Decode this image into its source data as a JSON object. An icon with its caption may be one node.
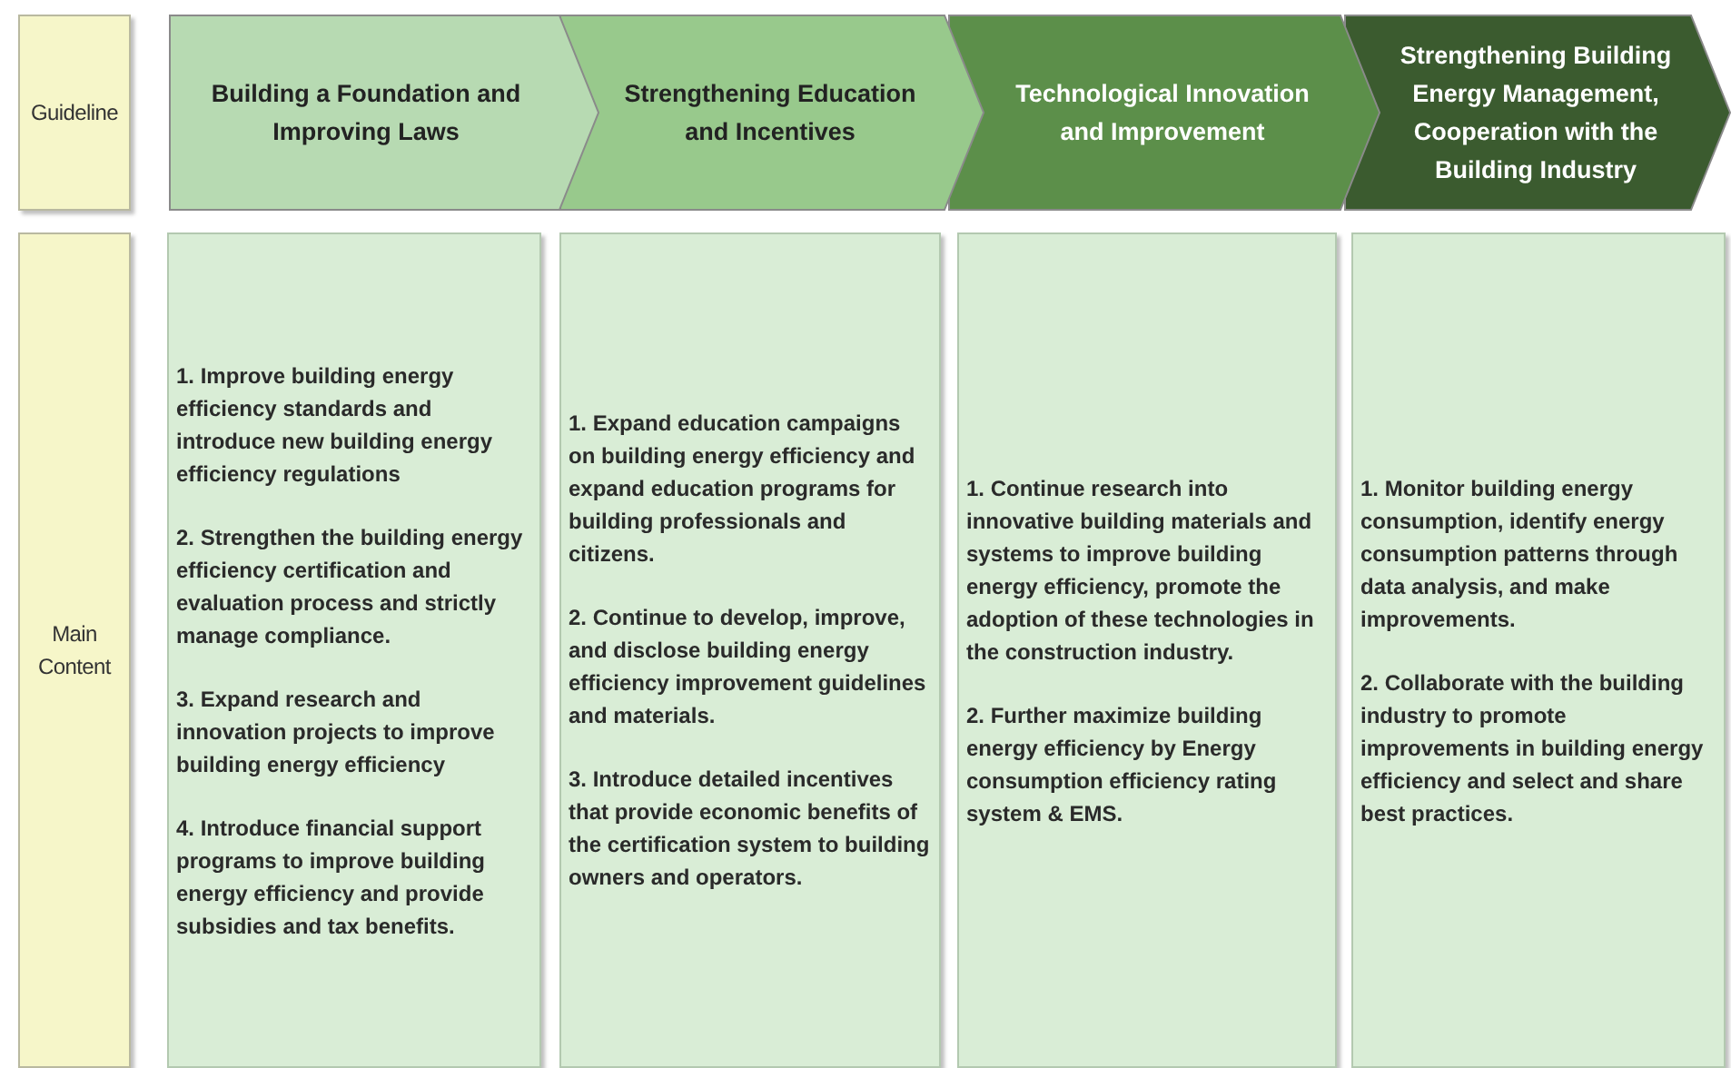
{
  "diagram": {
    "nodes": [
      {
        "text": [
          "Guideline"
        ]
      },
      {
        "text": [
          "Building a Foundation and Improving Laws"
        ]
      },
      {
        "text": [
          "Strengthening Education and Incentives"
        ]
      },
      {
        "text": [
          "Technological Innovation and Improvement"
        ]
      },
      {
        "text": [
          "Strengthening Building Energy Management, Cooperation with the Building Industry"
        ]
      },
      {
        "text": [
          "Main Content"
        ]
      },
      {
        "text": [
          "1. Improve building energy efficiency standards and introduce new building energy efficiency regulations",
          "2. Strengthen the building energy efficiency certification and evaluation process and strictly manage compliance.",
          "3. Expand research and innovation projects to improve building energy efficiency",
          "4. Introduce financial support programs to improve building energy efficiency and provide subsidies and tax benefits."
        ]
      },
      {
        "text": [
          "1. Expand education campaigns on building energy efficiency and expand education programs for building professionals and citizens.",
          "2. Continue to develop, improve, and disclose building energy efficiency improvement guidelines and materials.",
          "3. Introduce detailed incentives that provide economic benefits of the certification system to building owners and operators."
        ]
      },
      {
        "text": [
          "1. Continue research into innovative building materials and systems to improve building energy efficiency, promote the adoption of these technologies in the construction industry.",
          "2. Further maximize building energy efficiency by Energy consumption efficiency rating system & EMS."
        ]
      },
      {
        "text": [
          "1. Monitor building energy consumption, identify energy consumption patterns through data analysis, and make improvements.",
          "2. Collaborate with the building industry to promote improvements in building energy efficiency and select and share best practices."
        ]
      }
    ],
    "edges": []
  }
}
